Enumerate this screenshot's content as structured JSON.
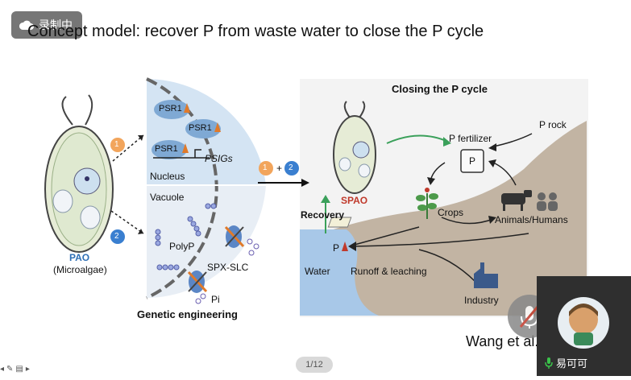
{
  "recording_badge": {
    "label": "录制中",
    "icon": "cloud-icon"
  },
  "slide": {
    "title": "Concept model: recover P from waste water to close the P cycle",
    "citation": "Wang et al.",
    "left_panel": {
      "pao_label": "PAO",
      "pao_sub": "(Microalgae)",
      "step1": "1",
      "step2": "2",
      "psr1_a": "PSR1",
      "psr1_b": "PSR1",
      "psr1_c": "PSR1",
      "psigs": "PSIGs",
      "nucleus": "Nucleus",
      "vacuole": "Vacuole",
      "polyp": "PolyP",
      "spx_slc": "SPX-SLC",
      "pi": "Pi",
      "caption": "Genetic engineering"
    },
    "combine": {
      "a": "1",
      "plus": "+",
      "b": "2"
    },
    "right_panel": {
      "heading": "Closing the P cycle",
      "spao": "SPAO",
      "recovery": "Recovery",
      "p_fertilizer": "P fertilizer",
      "p_box": "P",
      "p_rock": "P rock",
      "crops": "Crops",
      "animals_humans": "Animals/Humans",
      "water": "Water",
      "p_water": "P",
      "runoff": "Runoff & leaching",
      "industry": "Industry"
    }
  },
  "page_indicator": "1/12",
  "video": {
    "participant_name": "易可可"
  },
  "colors": {
    "nucleus_bg": "#dce9f5",
    "vacuole_bg": "#eef3f8",
    "cell_fill": "#e4ecd8",
    "blue_accent": "#2e6fb5",
    "orange_step": "#f0a050",
    "blue_step": "#3a7fd0",
    "green_arrow": "#3aa05a",
    "hill": "#b9a893",
    "water": "#9fc2e6"
  }
}
